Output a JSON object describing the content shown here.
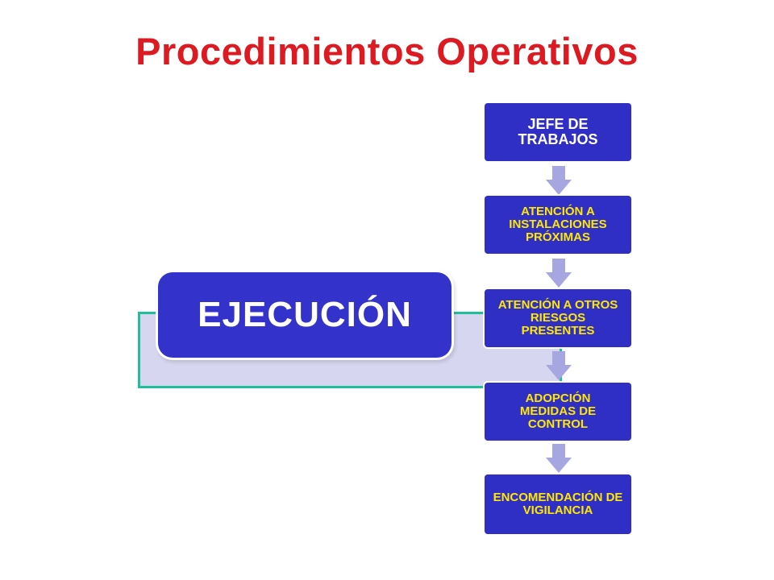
{
  "title": "Procedimientos Operativos",
  "diagram": {
    "main_label": "EJECUCIÓN",
    "steps": [
      {
        "label": "JEFE DE TRABAJOS"
      },
      {
        "label": "ATENCIÓN A INSTALACIONES PRÓXIMAS"
      },
      {
        "label": "ATENCIÓN A OTROS RIESGOS PRESENTES"
      },
      {
        "label": "ADOPCIÓN MEDIDAS DE CONTROL"
      },
      {
        "label": "ENCOMENDACIÓN DE VIGILANCIA"
      }
    ]
  },
  "colors": {
    "title": "#dd1a22",
    "box_fill": "#3333cc",
    "step_text_first": "#ffffff",
    "step_text": "#ffe800",
    "arrow": "#a6a6e0",
    "band_fill": "#d6d6f0",
    "band_border": "#1fbf98"
  }
}
